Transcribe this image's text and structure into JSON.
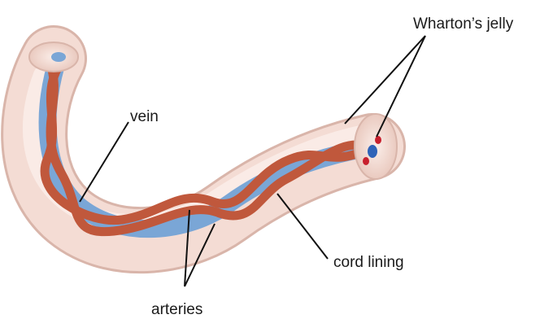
{
  "labels": {
    "whartons_jelly": "Wharton’s jelly",
    "vein": "vein",
    "cord_lining": "cord lining",
    "arteries": "arteries"
  },
  "colors": {
    "cord": "#f4dcd4",
    "cord_edge": "#d9b5aa",
    "vein": "#7aa6d6",
    "artery": "#c0583c",
    "leader": "#111111",
    "vessel_blue": "#2f63b8",
    "vessel_red": "#c8202e"
  }
}
